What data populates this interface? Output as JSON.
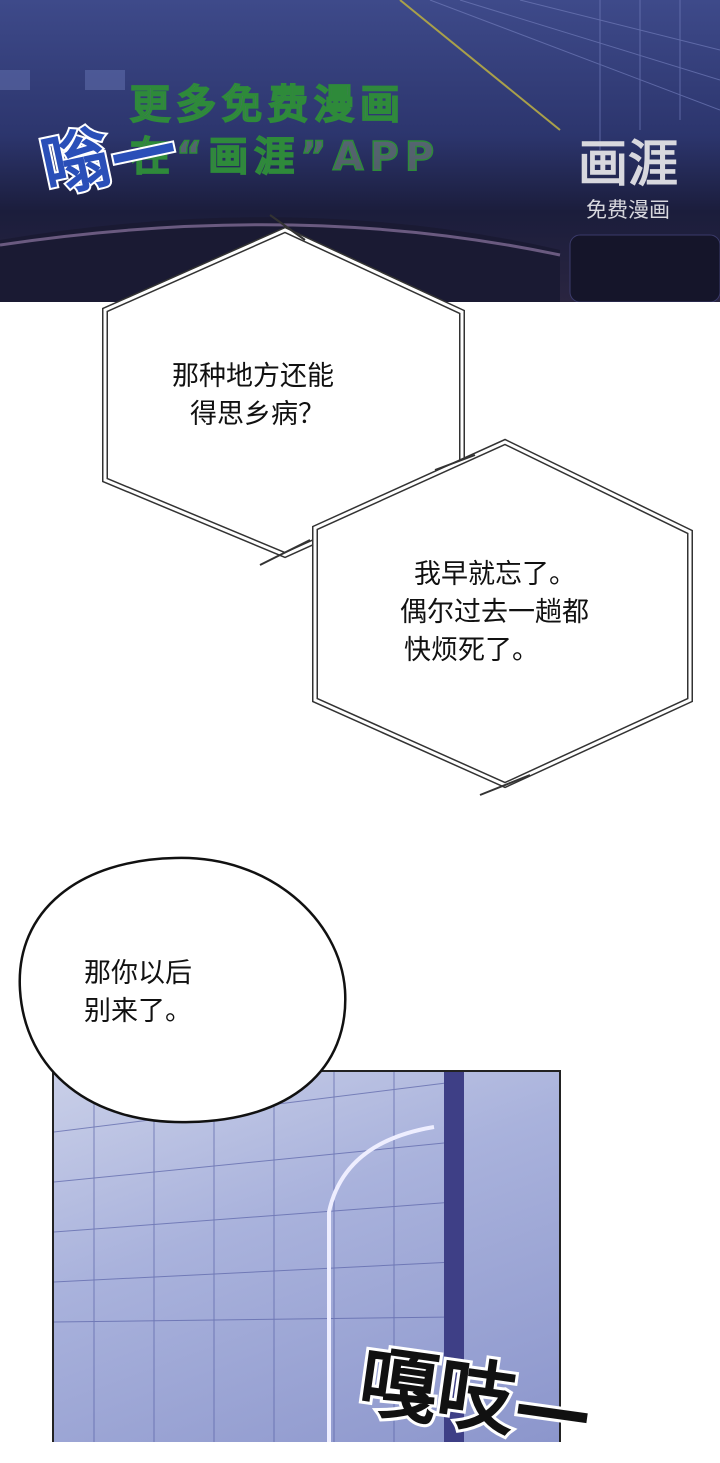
{
  "watermark": {
    "line1": "更多免费漫画",
    "line2": "在“画涯”APP",
    "logo": "画涯",
    "logo_sub": "免费漫画"
  },
  "sfx": {
    "hum": "嗡—",
    "creak": "嘎吱—"
  },
  "dialogue": [
    {
      "lines": [
        "那种地方还能",
        "得思乡病？"
      ]
    },
    {
      "lines": [
        "我早就忘了。",
        "偶尔过去一趟都",
        "快烦死了。"
      ]
    },
    {
      "lines": [
        "那你以后",
        "别来了。"
      ]
    }
  ]
}
